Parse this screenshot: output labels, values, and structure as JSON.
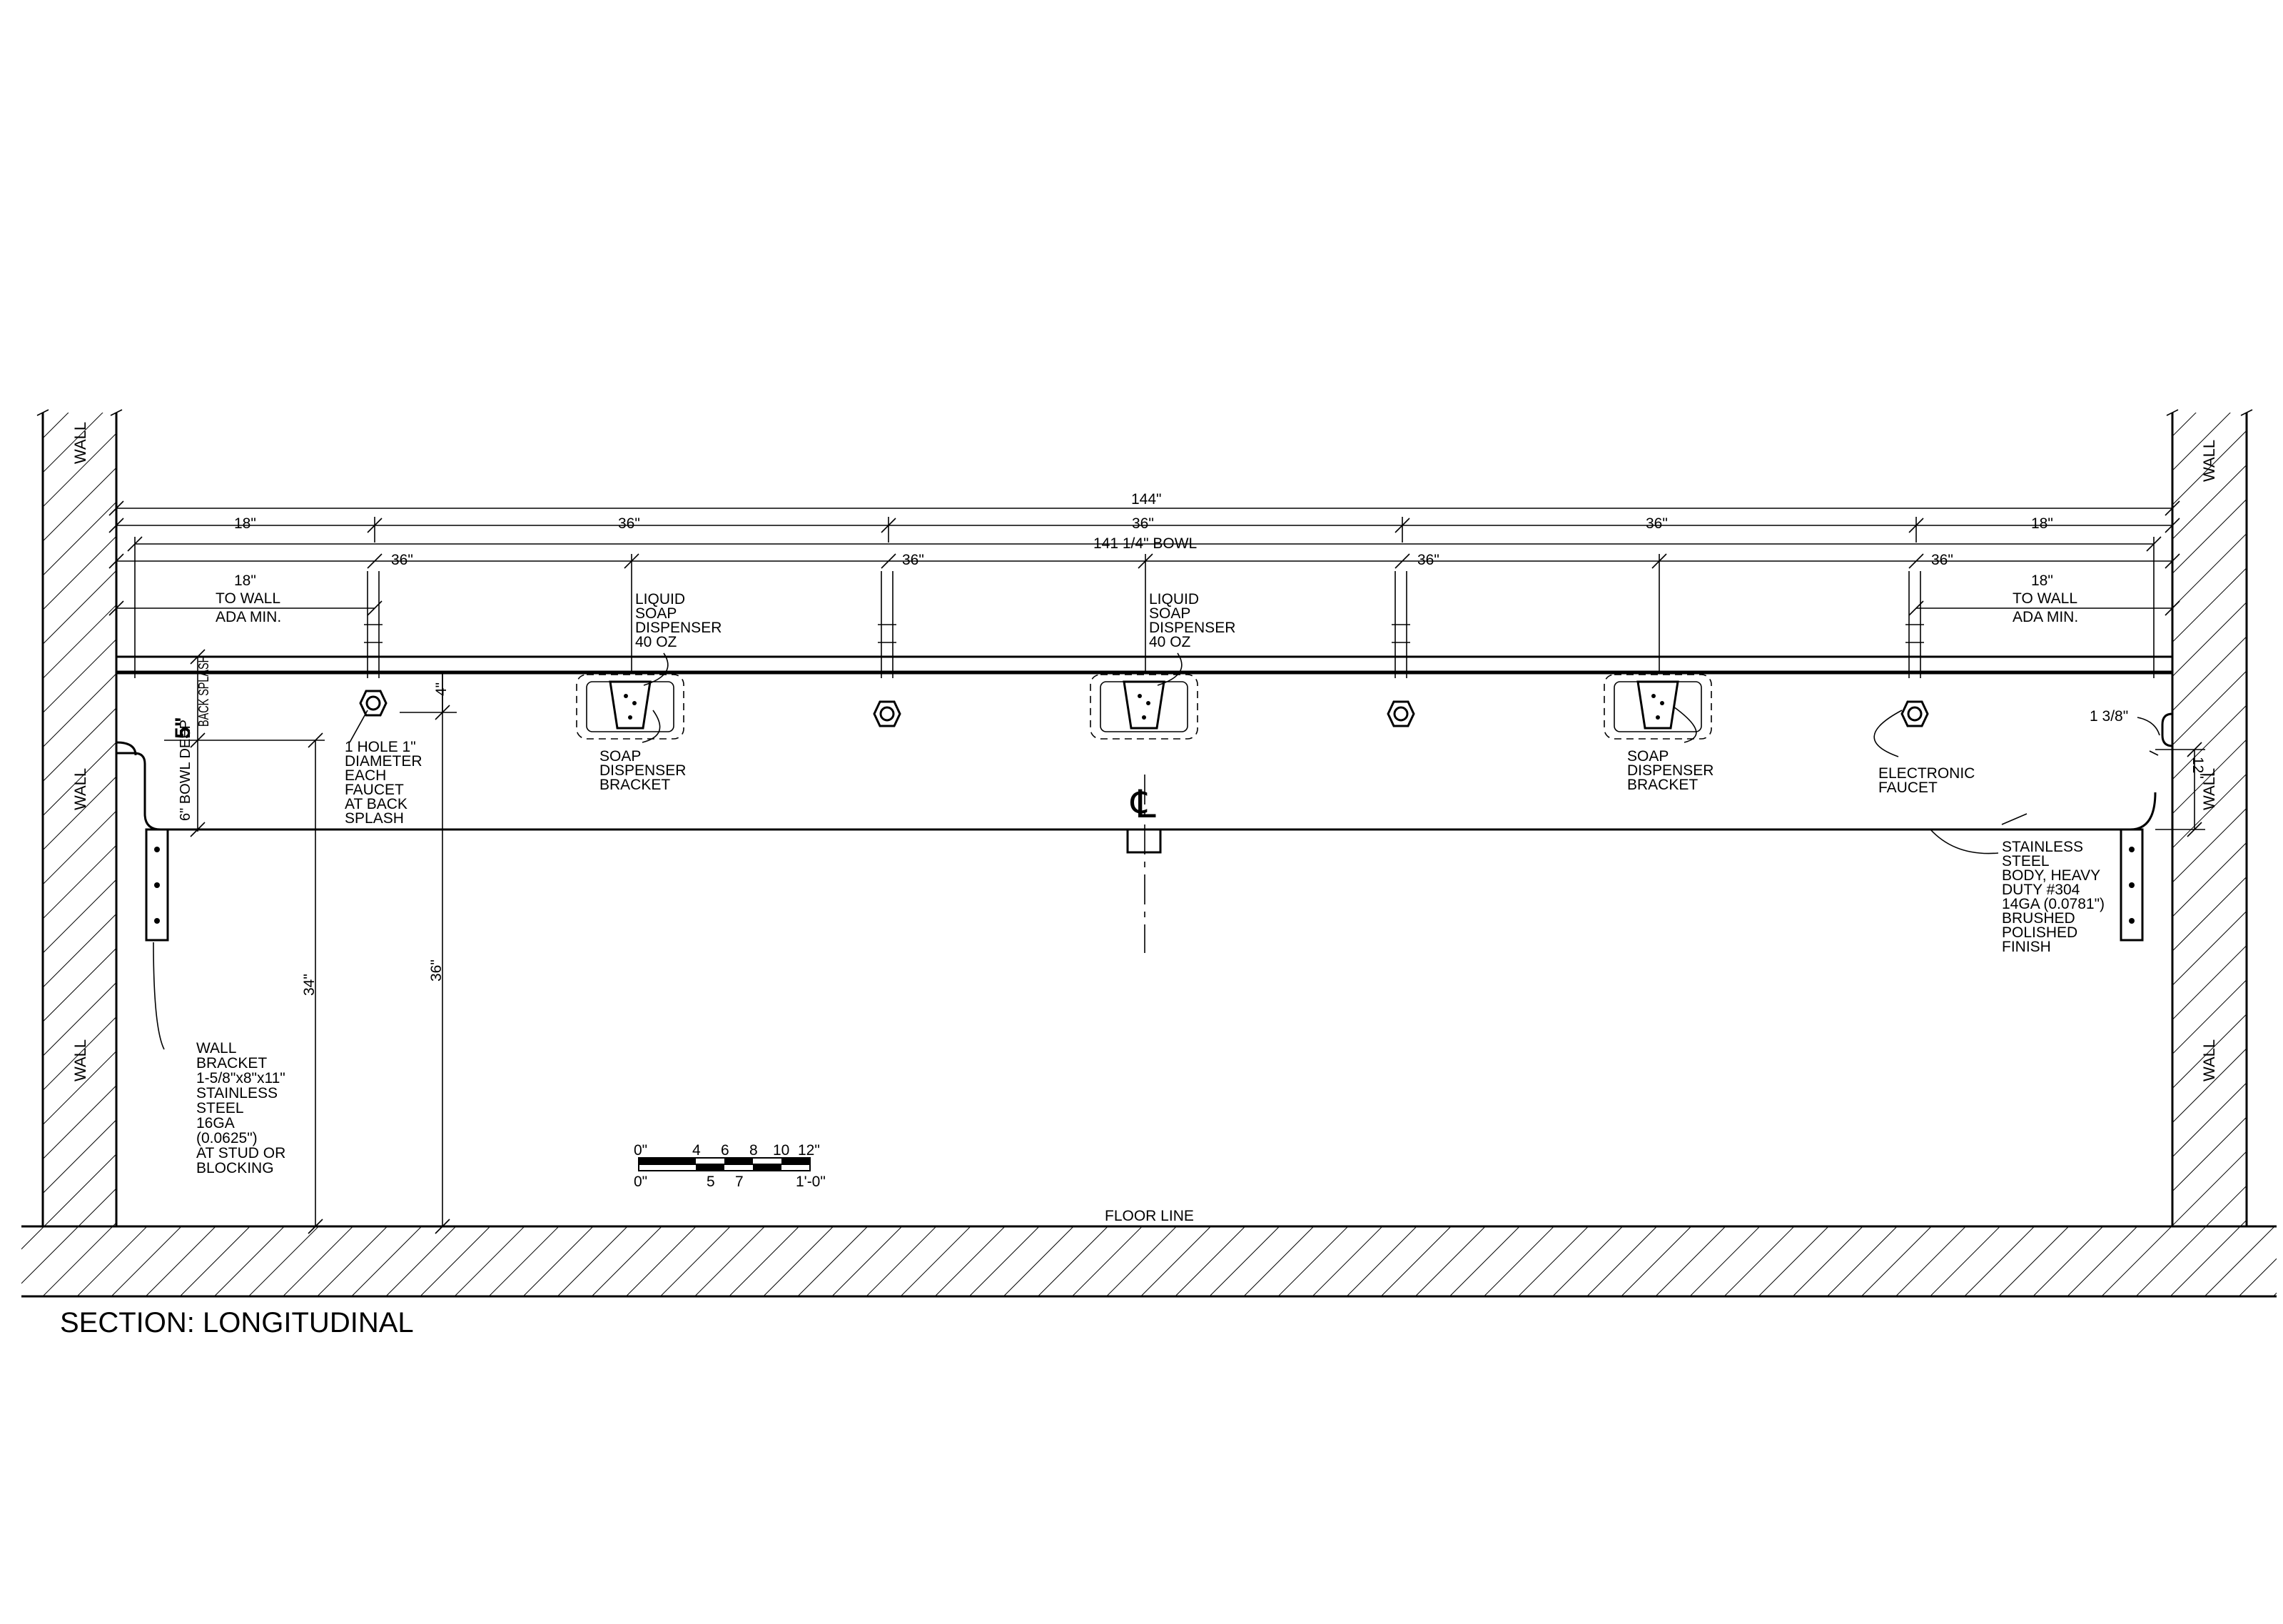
{
  "title": "SECTION: LONGITUDINAL",
  "walls": {
    "left_label": "WALL",
    "right_label": "WALL"
  },
  "floor_label": "FLOOR LINE",
  "centerline_symbol": "℄",
  "dimensions": {
    "overall": "144\"",
    "top_row": [
      "18\"",
      "36\"",
      "36\"",
      "36\"",
      "18\""
    ],
    "bowl": "141 1/4\" BOWL",
    "faucet_row": [
      "36\"",
      "36\"",
      "36\"",
      "36\""
    ],
    "to_wall_left": [
      "18\"",
      "TO WALL",
      "ADA MIN."
    ],
    "to_wall_right": [
      "18\"",
      "TO WALL",
      "ADA MIN."
    ],
    "back_splash_value": "5\"",
    "back_splash_label": "BACK SPLASH",
    "bowl_deep": "6\" BOWL DEEP",
    "faucet_offset": "4\"",
    "height_rim": "34\"",
    "height_splash": "36\"",
    "right_edge": "1 3/8\"",
    "right_height": "12\""
  },
  "notes": {
    "faucet_hole": [
      "1 HOLE 1\"",
      "DIAMETER",
      "EACH",
      "FAUCET",
      "AT BACK",
      "SPLASH"
    ],
    "soap_dispenser": [
      "LIQUID",
      "SOAP",
      "DISPENSER",
      "40 OZ"
    ],
    "soap_bracket": [
      "SOAP",
      "DISPENSER",
      "BRACKET"
    ],
    "electronic_faucet": [
      "ELECTRONIC",
      "FAUCET"
    ],
    "body": [
      "STAINLESS",
      "STEEL",
      "BODY, HEAVY",
      "DUTY #304",
      "14GA (0.0781\")",
      "BRUSHED",
      "POLISHED",
      "FINISH"
    ],
    "wall_bracket": [
      "WALL",
      "BRACKET",
      "1-5/8\"x8\"x11\"",
      "STAINLESS",
      "STEEL",
      "16GA",
      "(0.0625\")",
      "AT STUD OR",
      "BLOCKING"
    ]
  },
  "scale_bar": {
    "top_ticks": [
      "0\"",
      "4",
      "6",
      "8",
      "10",
      "12\""
    ],
    "bottom_ticks": [
      "0\"",
      "5",
      "7",
      "1'-0\""
    ]
  }
}
